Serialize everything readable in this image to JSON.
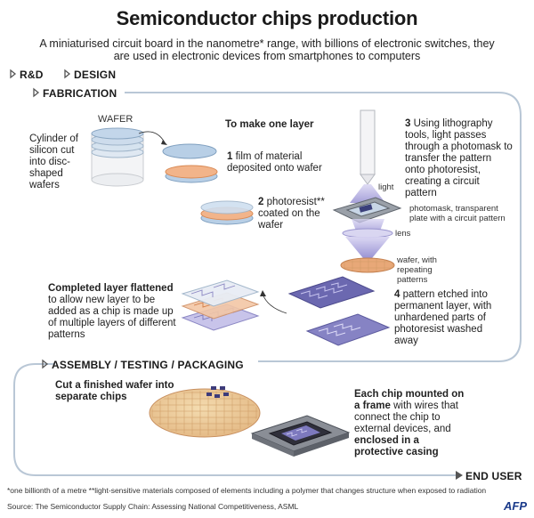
{
  "header": {
    "title": "Semiconductor chips production",
    "subtitle": "A miniaturised circuit board in the nanometre* range, with billions of electronic switches, they are used in electronic devices from smartphones to computers"
  },
  "stages": {
    "rd": "R&D",
    "design": "DESIGN",
    "fabrication": "FABRICATION",
    "assembly": "ASSEMBLY / TESTING / PACKAGING",
    "end_user": "END USER"
  },
  "fabrication": {
    "wafer_label": "WAFER",
    "cylinder_text": "Cylinder of silicon cut into disc-shaped wafers",
    "make_one_layer": "To make one layer",
    "step1_num": "1",
    "step1_text": "film of material deposited onto wafer",
    "step2_num": "2",
    "step2_text": "photoresist** coated on the wafer",
    "step3_num": "3",
    "step3_text": "Using lithography tools, light passes through a photomask to transfer the pattern onto photoresist, creating a circuit pattern",
    "light_label": "light",
    "photomask_label": "photomask, transparent plate with a circuit pattern",
    "lens_label": "lens",
    "wafer_pattern_label": "wafer, with repeating patterns",
    "step4_num": "4",
    "step4_text": "pattern etched into permanent layer, with unhardened parts of photoresist washed away",
    "completed_bold": "Completed layer flattened",
    "completed_text": "to allow new layer to be added as a chip is made up of multiple layers of different patterns"
  },
  "assembly": {
    "cut_text": "Cut a finished wafer into separate chips",
    "mount_bold1": "Each chip mounted on a frame",
    "mount_text": "with wires that connect the chip to external devices, and",
    "mount_bold2": "enclosed in a protective casing"
  },
  "footer": {
    "note": "*one billionth of a metre   **light-sensitive materials composed of elements including a polymer that changes structure when exposed to radiation",
    "source": "Source: The Semiconductor Supply Chain: Assessing National Competitiveness, ASML",
    "logo": "AFP"
  },
  "colors": {
    "wafer_blue": "#b8cfe6",
    "photoresist_orange": "#f2b48a",
    "chip_purple": "#7a78b8",
    "light_beam": "#b9b4e4",
    "flow_line": "#b9c7d6"
  }
}
